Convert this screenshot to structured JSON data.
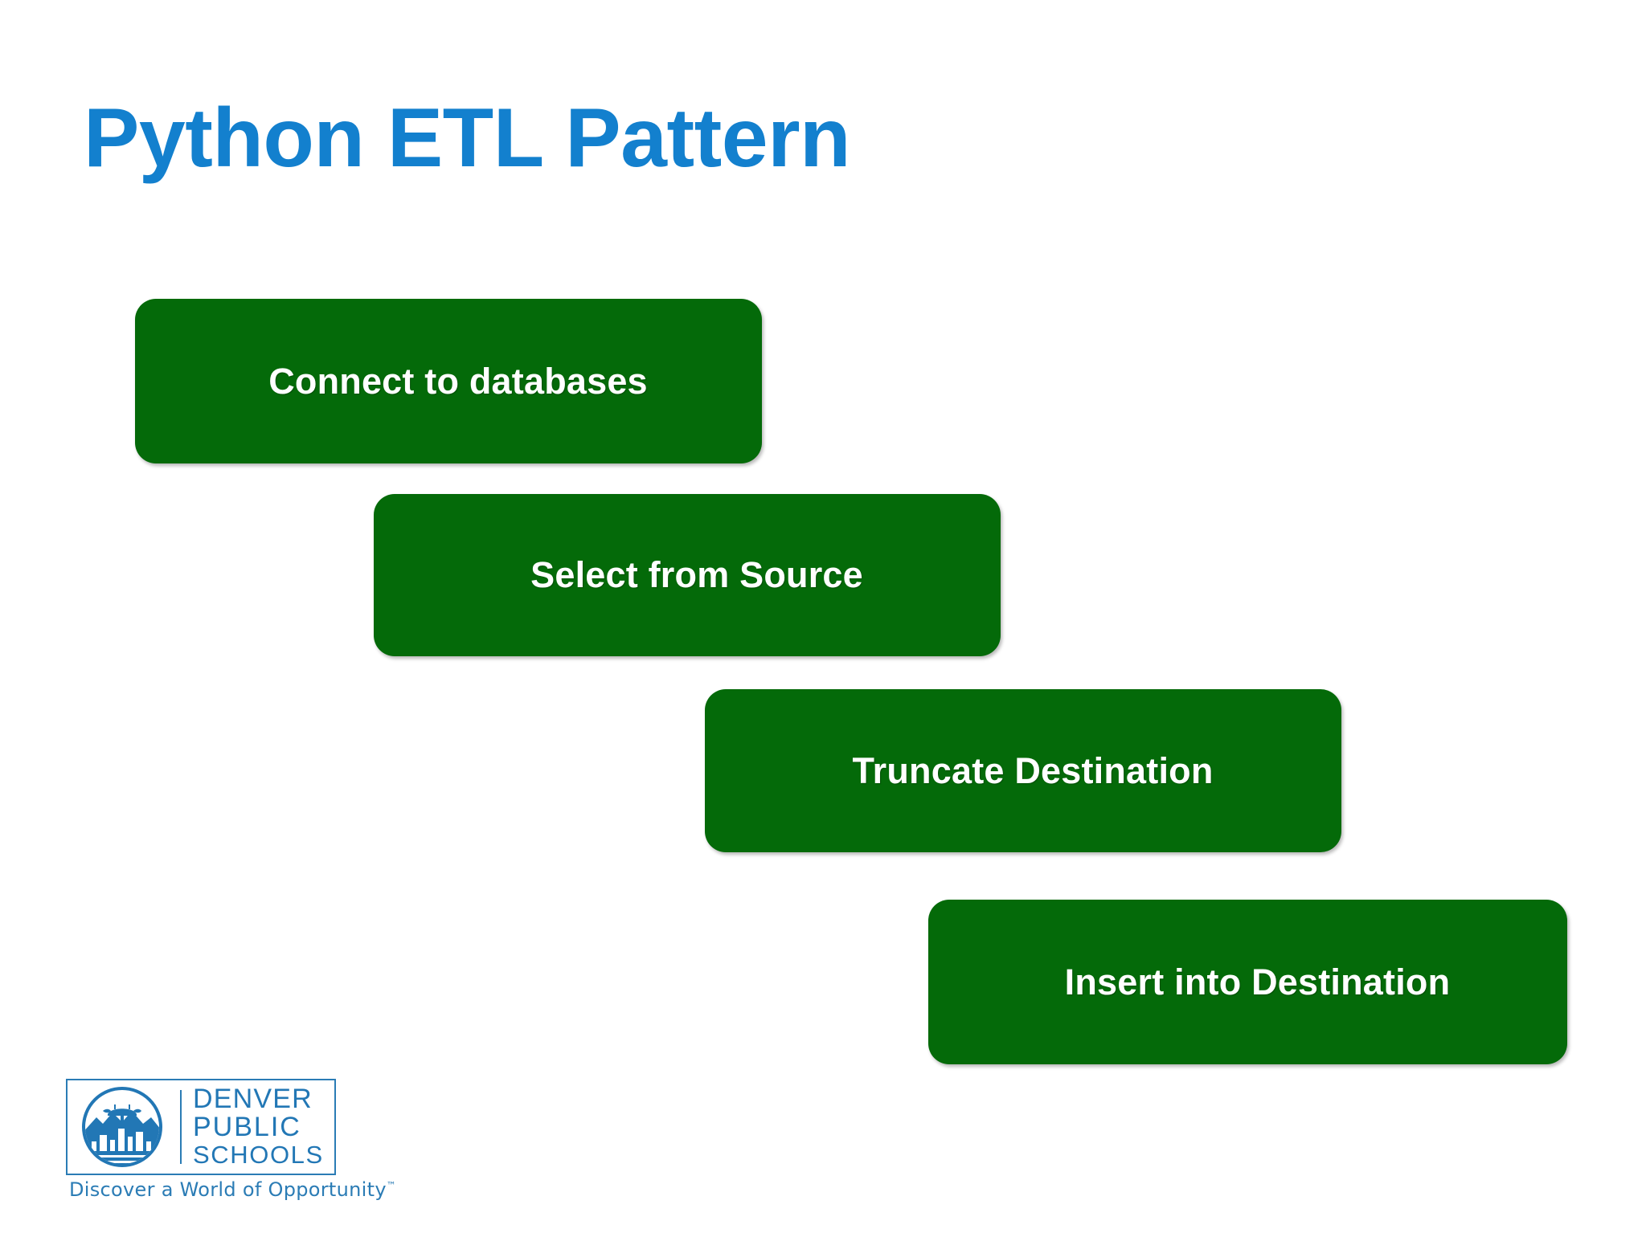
{
  "slide": {
    "title": "Python ETL Pattern",
    "background_color": "#FFFFFF",
    "title_color": "#1380CE",
    "accent_color": "#046A09"
  },
  "steps": [
    {
      "label": "Connect to databases",
      "order": 1
    },
    {
      "label": "Select from Source",
      "order": 2
    },
    {
      "label": "Truncate Destination",
      "order": 3
    },
    {
      "label": "Insert into Destination",
      "order": 4
    }
  ],
  "logo": {
    "line1": "DENVER",
    "line2": "PUBLIC",
    "line3": "SCHOOLS",
    "tagline": "Discover a World of Opportunity",
    "trademark": "™",
    "color": "#2277B5"
  }
}
